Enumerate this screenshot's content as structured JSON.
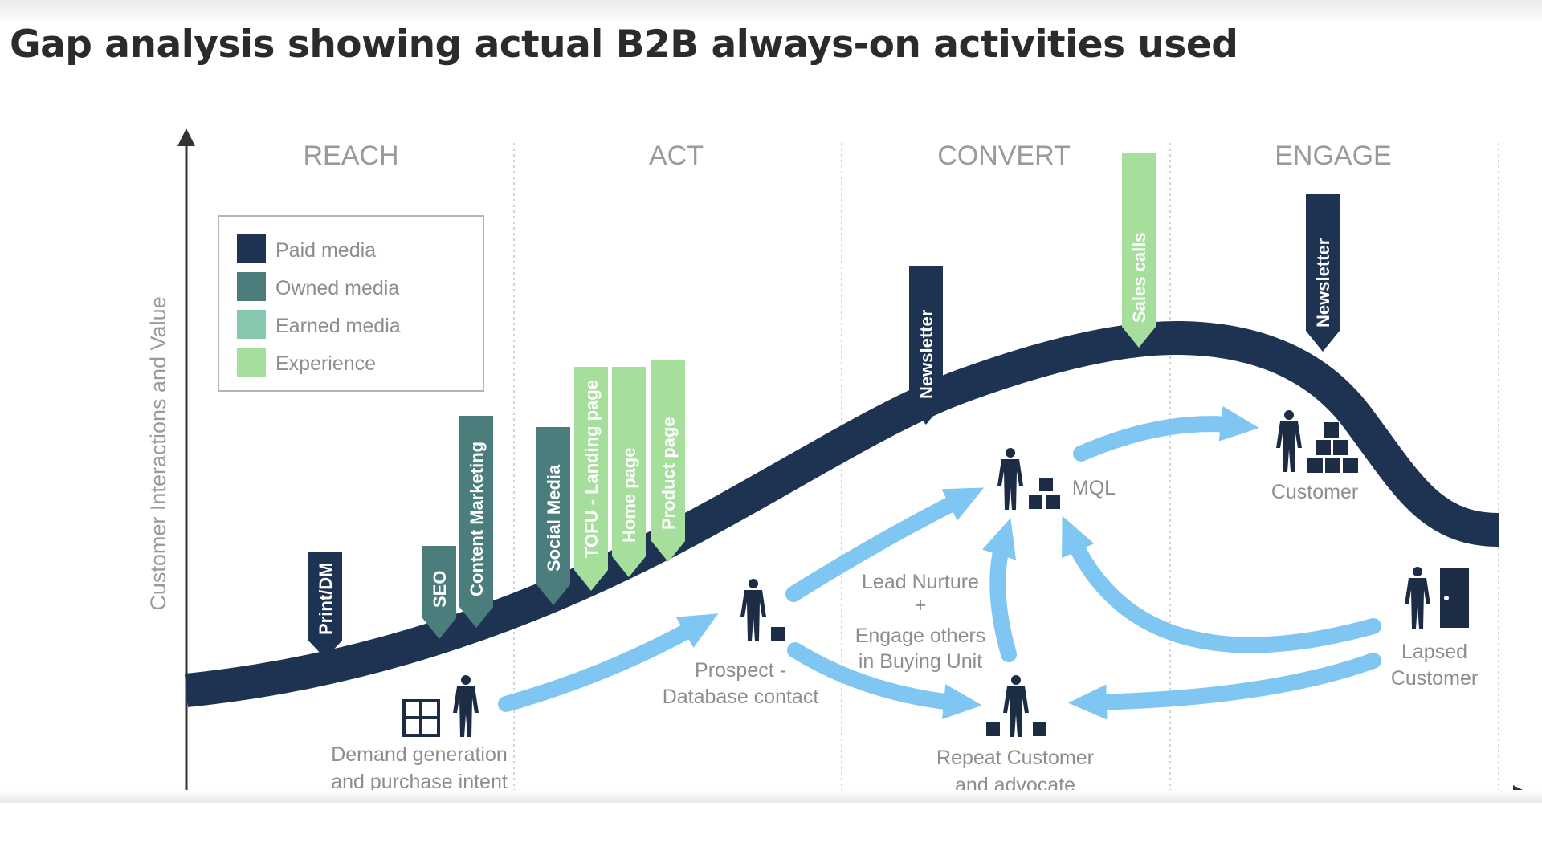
{
  "page": {
    "title": "Gap analysis showing actual B2B always-on activities used"
  },
  "diagram": {
    "y_axis_label": "Customer Interactions and Value",
    "stages": [
      "REACH",
      "ACT",
      "CONVERT",
      "ENGAGE"
    ],
    "legend": [
      {
        "label": "Paid media",
        "color": "#1e3252"
      },
      {
        "label": "Owned media",
        "color": "#4a7d7b"
      },
      {
        "label": "Earned media",
        "color": "#86c7ad"
      },
      {
        "label": "Experience",
        "color": "#a6de9c"
      }
    ],
    "activities": [
      {
        "label": "Print/DM",
        "type": "Paid media"
      },
      {
        "label": "SEO",
        "type": "Owned media"
      },
      {
        "label": "Content Marketing",
        "type": "Owned media"
      },
      {
        "label": "Social Media",
        "type": "Owned media"
      },
      {
        "label": "TOFU - Landing page",
        "type": "Experience"
      },
      {
        "label": "Home page",
        "type": "Experience"
      },
      {
        "label": "Product page",
        "type": "Experience"
      },
      {
        "label": "Newsletter",
        "type": "Paid media"
      },
      {
        "label": "Sales calls",
        "type": "Experience"
      },
      {
        "label": "Newsletter",
        "type": "Paid media"
      }
    ],
    "nodes": {
      "demand": [
        "Demand generation",
        "and purchase intent"
      ],
      "prospect": [
        "Prospect  -",
        "Database contact"
      ],
      "nurture": [
        "Lead Nurture",
        "+",
        "Engage others",
        "in Buying Unit"
      ],
      "mql": "MQL",
      "repeat": [
        "Repeat Customer",
        "and advocate"
      ],
      "customer": "Customer",
      "lapsed": [
        "Lapsed",
        "Customer"
      ]
    },
    "colors": {
      "curve": "#1e3252",
      "arrow": "#7fc6f2",
      "person": "#1c2c45",
      "label": "#8d8d8d",
      "axis": "#333333"
    }
  }
}
